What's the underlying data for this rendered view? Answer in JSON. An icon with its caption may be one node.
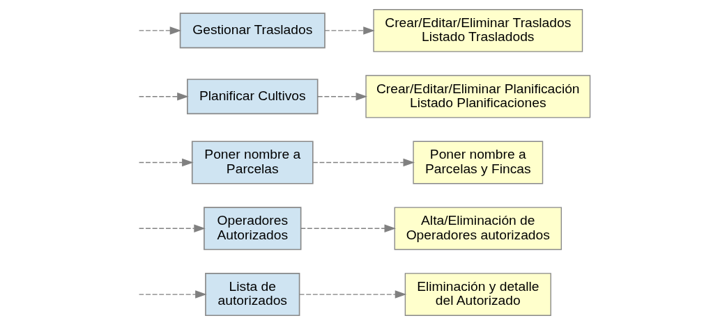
{
  "diagram": {
    "nodes": [
      {
        "text": [
          "Lista de autorizados"
        ]
      },
      {
        "text": [
          "Eliminación y detalle del Autorizado"
        ]
      },
      {
        "text": [
          "Operadores Autorizados"
        ]
      },
      {
        "text": [
          "Alta/Eliminación de Operadores autorizados"
        ]
      },
      {
        "text": [
          "Poner nombre a Parcelas"
        ]
      },
      {
        "text": [
          "Poner nombre a Parcelas y Fincas"
        ]
      },
      {
        "text": [
          "Planificar Cultivos"
        ]
      },
      {
        "text": [
          "Crear/Editar/Eliminar Planificación Listado Planificaciones"
        ]
      },
      {
        "text": [
          "Gestionar Traslados"
        ]
      },
      {
        "text": [
          "Crear/Editar/Eliminar Traslados Listado Trasladods"
        ]
      }
    ],
    "edges": [
      {
        "from": null,
        "to": 0,
        "arrow": "to",
        "style": "dashed"
      },
      {
        "from": 0,
        "to": 1,
        "arrow": "to",
        "style": "dashed"
      },
      {
        "from": null,
        "to": 2,
        "arrow": "to",
        "style": "dashed"
      },
      {
        "from": 2,
        "to": 3,
        "arrow": "to",
        "style": "dashed"
      },
      {
        "from": null,
        "to": 4,
        "arrow": "to",
        "style": "dashed"
      },
      {
        "from": 4,
        "to": 5,
        "arrow": "to",
        "style": "dashed"
      },
      {
        "from": null,
        "to": 6,
        "arrow": "to",
        "style": "dashed"
      },
      {
        "from": 6,
        "to": 7,
        "arrow": "to",
        "style": "dashed"
      },
      {
        "from": null,
        "to": 8,
        "arrow": "to",
        "style": "dashed"
      },
      {
        "from": 8,
        "to": 9,
        "arrow": "to",
        "style": "dashed"
      }
    ]
  }
}
